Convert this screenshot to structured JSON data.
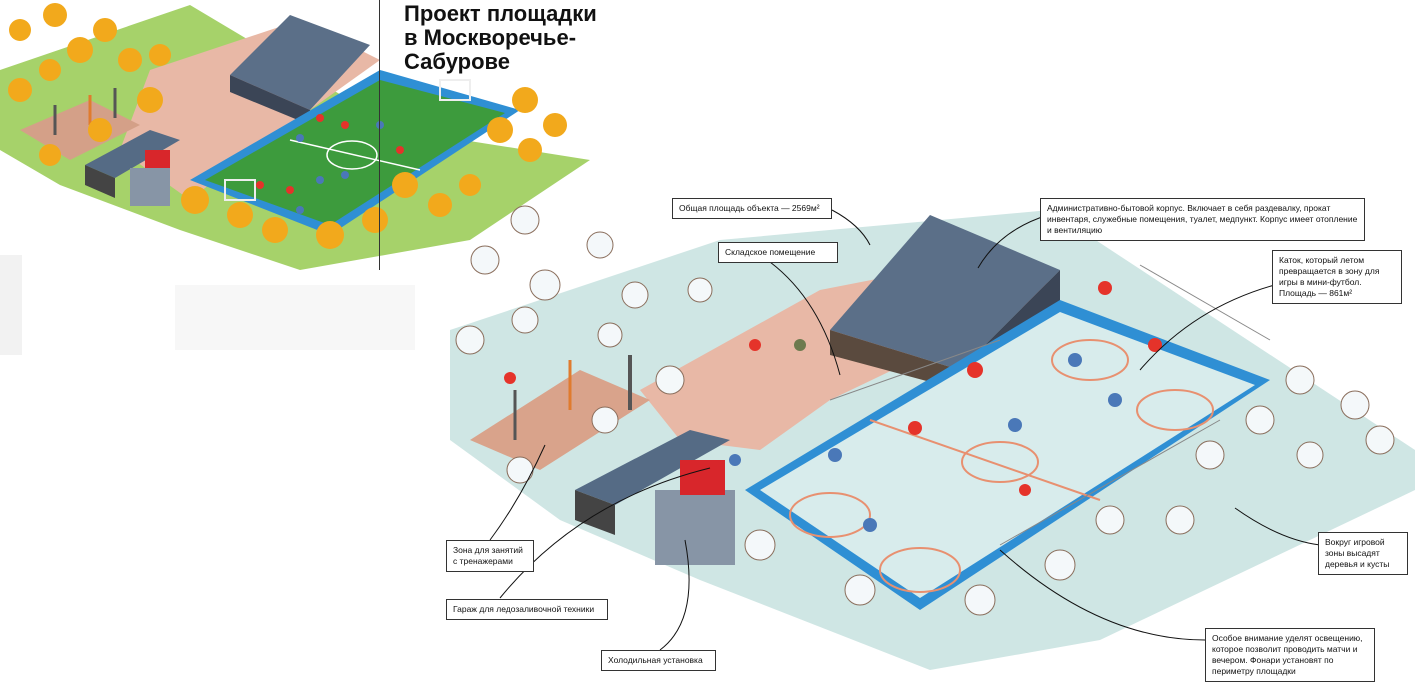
{
  "title": {
    "line1": "Проект площадки",
    "line2": "в Москворечье-",
    "line3": "Сабурове"
  },
  "callouts": {
    "total_area": "Общая площадь объекта — 2569м²",
    "admin_building": "Административно-бытовой корпус. Включает в себя раздевалку, прокат инвентаря, служебные помещения, туалет, медпункт. Корпус имеет отопление и вентиляцию",
    "storage": "Складское помещение",
    "rink": "Каток, который летом превращается в зону для игры в мини-футбол. Площадь — 861м²",
    "trees": "Вокруг игровой зоны высадят деревья и кусты",
    "lighting": "Особое внимание уделят освещению, которое позволит проводить матчи и вечером. Фонари установят по периметру площадки",
    "trainers": "Зона для занятий с тренажерами",
    "garage": "Гараж для ледозаливочной техники",
    "cooling": "Холодильная установка"
  },
  "colors": {
    "summer_grass": "#8cc63f",
    "pitch": "#3d9b3d",
    "path_pink": "#e8b8a6",
    "rink_border": "#2f8fd4",
    "ice": "#d8ecec",
    "winter_ground": "#cfe6e4",
    "roof": "#556b85",
    "tree_summer": "#f2a91c",
    "player_red": "#e5332a",
    "player_blue": "#4a78b8"
  }
}
